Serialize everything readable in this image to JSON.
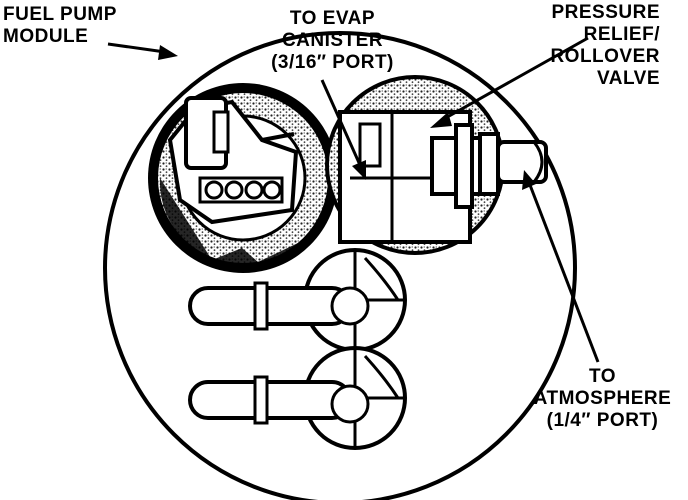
{
  "labels": {
    "fuel_pump_module": [
      "FUEL PUMP",
      "MODULE"
    ],
    "to_evap_canister": [
      "TO EVAP",
      "CANISTER",
      "(3/16″ PORT)"
    ],
    "pressure_relief_valve": [
      "PRESSURE",
      "RELIEF/",
      "ROLLOVER",
      "VALVE"
    ],
    "to_atmosphere": [
      "TO",
      "ATMOSPHERE",
      "(1/4″ PORT)"
    ]
  },
  "colors": {
    "ink": "#000000",
    "shade": "#555555",
    "paper": "#ffffff"
  }
}
